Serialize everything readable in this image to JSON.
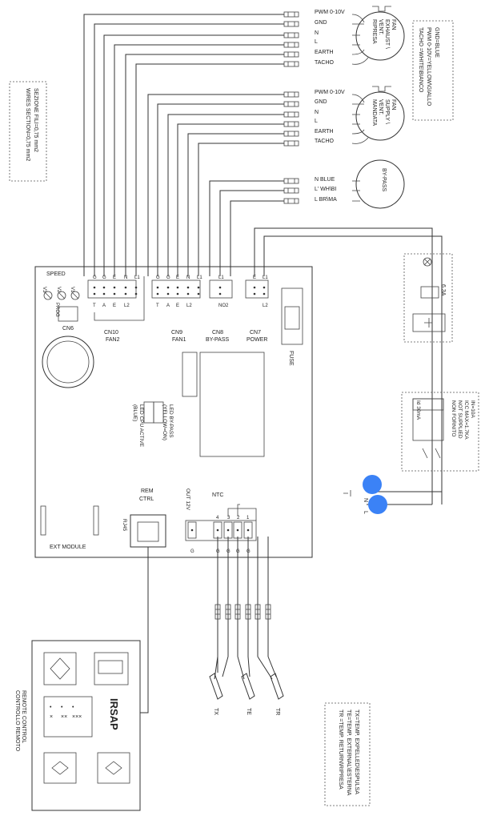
{
  "fan_exhaust": {
    "label_lines": [
      "FAN",
      "EXHAUST \\",
      "VENT.",
      "RIPRESA"
    ],
    "terminals": [
      "PWM 0-10V",
      "GND",
      "N",
      "L",
      "EARTH",
      "TACHO"
    ]
  },
  "fan_supply": {
    "label_lines": [
      "FAN",
      "SUPPLY \\",
      "VENT.",
      "MANDATA"
    ],
    "terminals": [
      "PWM 0-10V",
      "GND",
      "N",
      "L",
      "EARTH",
      "TACHO"
    ]
  },
  "bypass": {
    "label": "BY-PASS",
    "terminals": [
      "N  BLUE",
      "L'  WH\\BI",
      "L  BR\\MA"
    ]
  },
  "tacho_legend": [
    "TACHO =WHITE\\BIANCO",
    "PWM 0-10V=YELLOW\\GIALLO",
    "GND=BLUE"
  ],
  "wires_note": [
    "WIRES SECTION=0,75 mm2",
    "SEZIONE FILI=0,75 mm2"
  ],
  "board": {
    "speed_label": "SPEED",
    "speed_pins": [
      "V3",
      "V2",
      "V1"
    ],
    "prog_label": "PROG",
    "cn6_label": "CN6",
    "connectors": [
      {
        "name": "CN10",
        "sub": "FAN2",
        "top": [
          "G",
          "G",
          "E",
          "N",
          "L1"
        ],
        "bottom": [
          "T",
          "A",
          "E",
          "L2"
        ]
      },
      {
        "name": "CN9",
        "sub": "FAN1",
        "top": [
          "G",
          "G",
          "E",
          "N",
          "L1"
        ],
        "bottom": [
          "T",
          "A",
          "E",
          "L2"
        ]
      },
      {
        "name": "CN8",
        "sub": "BY-PASS",
        "top": [
          "L1"
        ],
        "bottom": [
          "NO2"
        ]
      },
      {
        "name": "CN7",
        "sub": "POWER",
        "top": [
          "E",
          "L1"
        ],
        "bottom": [
          "L2"
        ]
      }
    ],
    "fuse_label": "FUSE",
    "led_bypass": [
      "LED BY-PASS",
      "(YELLOW=ON)"
    ],
    "led_cpu": [
      "LED CPU ACTIVE",
      "(BLUE)"
    ],
    "ntc_label": "NTC",
    "ntc_pins": [
      "4",
      "3",
      "2",
      "1"
    ],
    "out_label": "OUT 12V",
    "ground_pin": "G",
    "rem_ctrl": [
      "REM",
      "CTRL"
    ],
    "rj45": "RJ45",
    "ext_module": "EXT MODULE"
  },
  "fuse_box": {
    "rating": "6.3A"
  },
  "breaker": {
    "lines": [
      "IN=10A",
      "ICC MAX=1.7KA",
      "NOT SUPPLIED",
      "NON FORNITO"
    ],
    "id": "Id 30mA"
  },
  "mains": {
    "pins": [
      "L",
      "N"
    ]
  },
  "sensors": [
    "TX",
    "TE",
    "TR"
  ],
  "sensor_legend": [
    "TR =TEMP. RETURN\\RIPRESA",
    "TE=TEMP. EXTERNAL\\ESTERNA",
    "TX=TEMP. EXPELLED\\ESPULSA"
  ],
  "remote": {
    "label": [
      "REMOTE CONTROL",
      "CONTROLLO REMOTO"
    ],
    "brand": "IRSAP"
  },
  "colors": {
    "wire": "#333333",
    "marker": "#3b82f6"
  }
}
